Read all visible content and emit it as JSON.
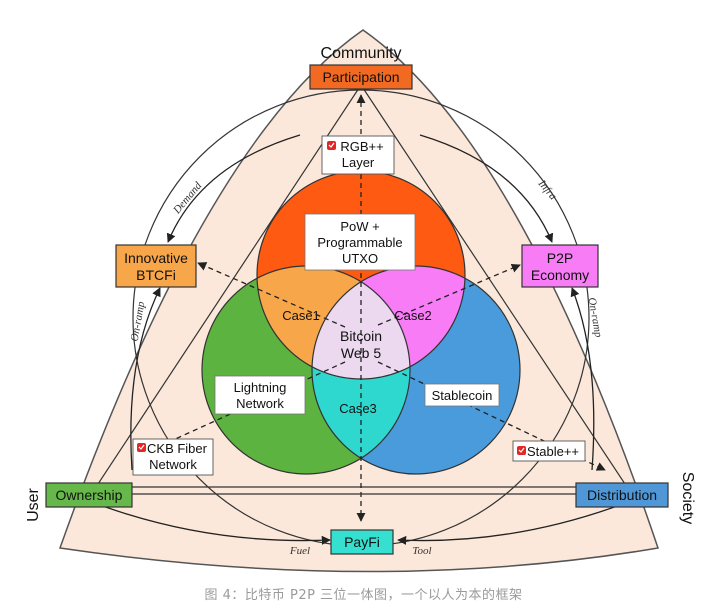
{
  "labels": {
    "community": "Community",
    "user": "User",
    "society": "Society"
  },
  "nodes": {
    "participation": "Participation",
    "innovative_btcfi": [
      "Innovative",
      "BTCFi"
    ],
    "p2p_economy": [
      "P2P",
      "Economy"
    ],
    "ownership": "Ownership",
    "distribution": "Distribution",
    "payfi": "PayFi"
  },
  "circles": {
    "top": [
      "PoW +",
      "Programmable",
      "UTXO"
    ],
    "left": [
      "Lightning",
      "Network"
    ],
    "right": "Stablecoin",
    "case1": "Case1",
    "case2": "Case2",
    "case3": "Case3",
    "center": [
      "Bitcoin",
      "Web 5"
    ]
  },
  "layers": {
    "rgb": [
      "RGB++",
      "Layer"
    ],
    "ckb": [
      "CKB Fiber",
      "Network"
    ],
    "stable": "Stable++"
  },
  "arc_labels": {
    "demand": "Demand",
    "infra": "Infra",
    "onramp_left": "On-ramp",
    "onramp_right": "On-ramp",
    "fuel": "Fuel",
    "tool": "Tool"
  },
  "colors": {
    "participation": "#f26a21",
    "btcfi": "#f8a64a",
    "p2p": "#f77cf6",
    "ownership": "#66b84a",
    "distribution": "#4f97d6",
    "payfi": "#36e0d0",
    "circle_top": "#ff5a12",
    "circle_left": "#5cb33f",
    "circle_right": "#4a9bdb",
    "bg_region": "#fbe8da"
  },
  "caption": "图 4：比特币 P2P 三位一体图，一个以人为本的框架"
}
